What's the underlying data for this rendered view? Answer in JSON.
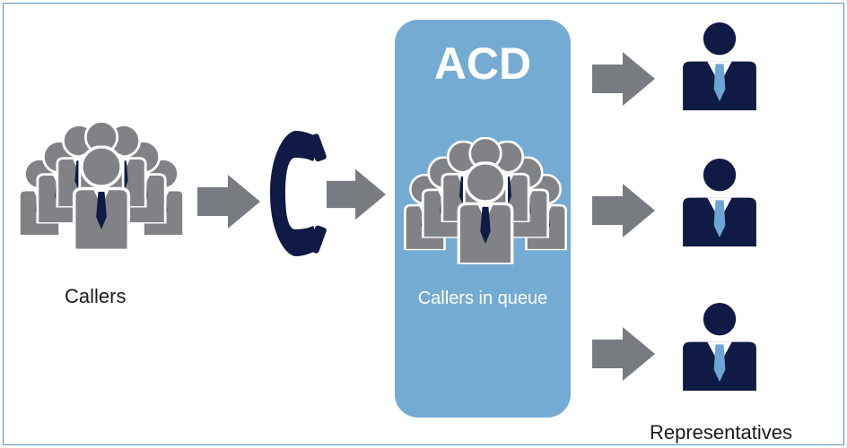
{
  "diagram": {
    "acd_title": "ACD",
    "queue_label": "Callers in queue",
    "callers_label": "Callers",
    "representatives_label": "Representatives"
  },
  "colors": {
    "acd_box": "#74abd3",
    "arrow": "#787b80",
    "crowd_gray": "#808286",
    "navy": "#0f1b44",
    "tie_light": "#6aa6d6",
    "border": "#5b8fc4"
  },
  "icons": {
    "callers": "group-icon",
    "phone": "phone-handset-icon",
    "queue": "group-icon",
    "representative": "person-icon",
    "arrow": "arrow-right-icon"
  }
}
